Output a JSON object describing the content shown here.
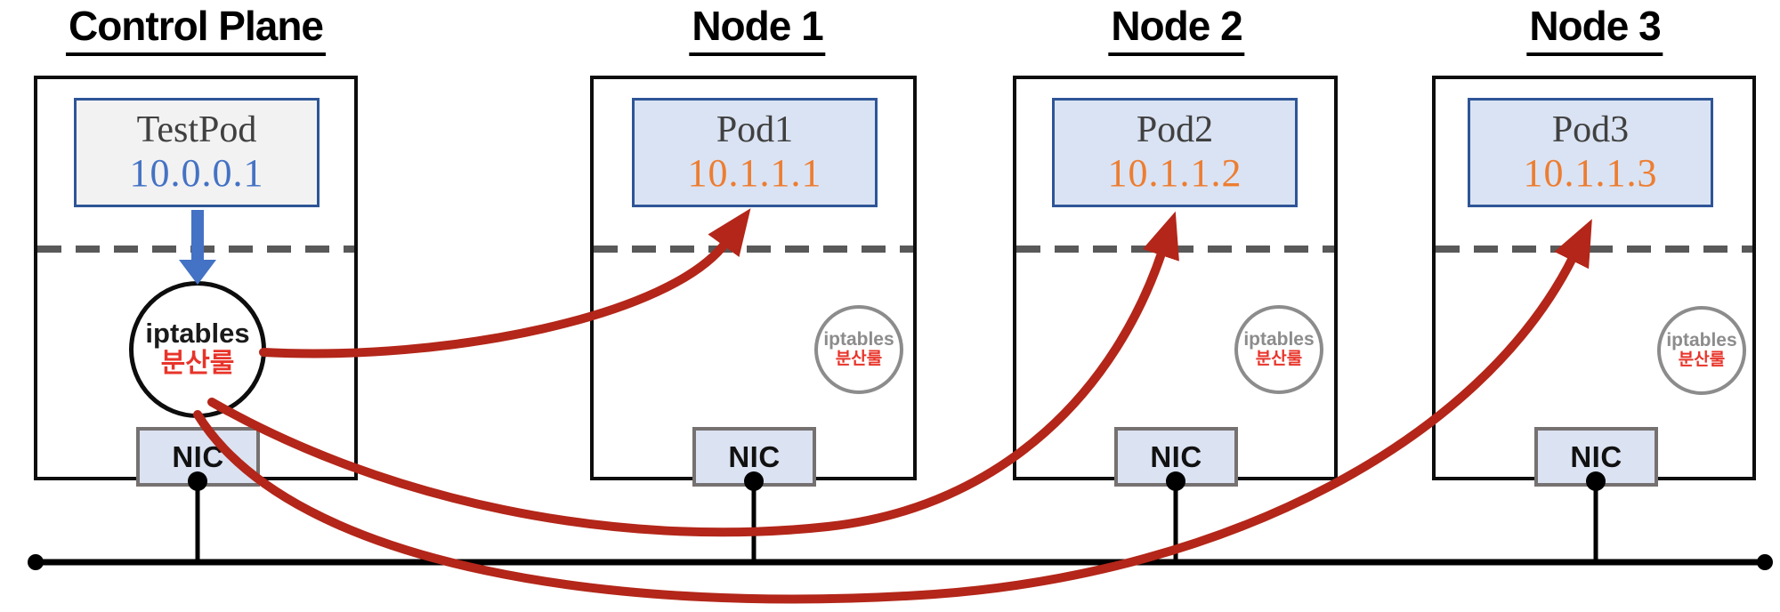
{
  "diagram": {
    "groups": [
      {
        "title": "Control Plane",
        "pod": {
          "name": "TestPod",
          "ip": "10.0.0.1"
        },
        "iptables": {
          "line1": "iptables",
          "line2": "분산룰"
        },
        "nic_label": "NIC"
      },
      {
        "title": "Node 1",
        "pod": {
          "name": "Pod1",
          "ip": "10.1.1.1"
        },
        "iptables": {
          "line1": "iptables",
          "line2": "분산룰"
        },
        "nic_label": "NIC"
      },
      {
        "title": "Node 2",
        "pod": {
          "name": "Pod2",
          "ip": "10.1.1.2"
        },
        "iptables": {
          "line1": "iptables",
          "line2": "분산룰"
        },
        "nic_label": "NIC"
      },
      {
        "title": "Node 3",
        "pod": {
          "name": "Pod3",
          "ip": "10.1.1.3"
        },
        "iptables": {
          "line1": "iptables",
          "line2": "분산룰"
        },
        "nic_label": "NIC"
      }
    ],
    "colors": {
      "title_text": "#000000",
      "box_border": "#0d0d0d",
      "pod_border": "#2e5597",
      "testpod_fill": "#f2f2f2",
      "pod_fill": "#dae3f3",
      "pod_name_text": "#404040",
      "control_ip_text": "#4472c4",
      "node_ip_text": "#ed7d31",
      "blue_arrow": "#4472c4",
      "red_arrow": "#b32619",
      "iptables_text_control": "#1a1a1a",
      "iptables_text_node": "#8c8c8c",
      "korean_text_red": "#e8342a",
      "circle_border_node": "#8c8c8c",
      "nic_fill": "#dbe2f1",
      "nic_border": "#767171",
      "dashed_line": "#595959",
      "bus_line": "#000000"
    }
  }
}
